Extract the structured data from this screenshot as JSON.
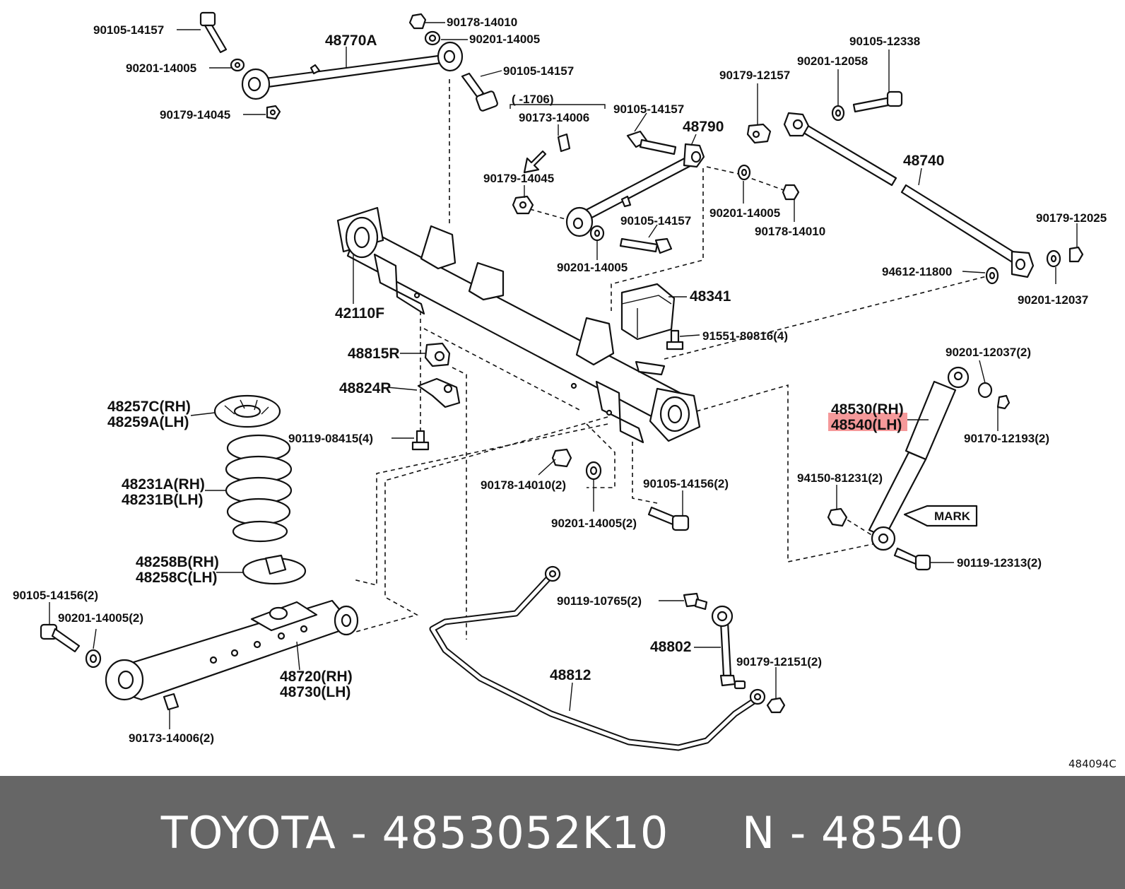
{
  "diagram": {
    "ref_code": "484094C",
    "highlight_color": "#f5999a",
    "labels": {
      "p_90105_14157_a": "90105-14157",
      "p_48770A": "48770A",
      "p_90178_14010_a": "90178-14010",
      "p_90201_14005_a": "90201-14005",
      "p_90201_14005_b": "90201-14005",
      "p_90105_14157_b": "90105-14157",
      "p_90179_14045_a": "90179-14045",
      "p_1706": "(      -1706)",
      "p_90173_14006": "90173-14006",
      "p_90105_14157_c": "90105-14157",
      "p_48790": "48790",
      "p_90179_14045_b": "90179-14045",
      "p_90201_14005_c": "90201-14005",
      "p_90178_14010_b": "90178-14010",
      "p_90105_14157_d": "90105-14157",
      "p_90201_14005_d": "90201-14005",
      "p_90179_12157": "90179-12157",
      "p_90201_12058": "90201-12058",
      "p_90105_12338": "90105-12338",
      "p_48740": "48740",
      "p_90179_12025": "90179-12025",
      "p_94612_11800": "94612-11800",
      "p_90201_12037": "90201-12037",
      "p_42110F": "42110F",
      "p_48341": "48341",
      "p_91551_80816": "91551-80816(4)",
      "p_48815R": "48815R",
      "p_48824R": "48824R",
      "p_90119_08415": "90119-08415(4)",
      "p_48257C": "48257C(RH)",
      "p_48259A": "48259A(LH)",
      "p_48231A": "48231A(RH)",
      "p_48231B": "48231B(LH)",
      "p_48258B": "48258B(RH)",
      "p_48258C": "48258C(LH)",
      "p_90105_14156_a": "90105-14156(2)",
      "p_90201_14005_e": "90201-14005(2)",
      "p_48720": "48720(RH)",
      "p_48730": "48730(LH)",
      "p_90173_14006_2": "90173-14006(2)",
      "p_90178_14010_2": "90178-14010(2)",
      "p_90201_14005_f": "90201-14005(2)",
      "p_90105_14156_b": "90105-14156(2)",
      "p_90201_12037_2": "90201-12037(2)",
      "p_48530": "48530(RH)",
      "p_48540": "48540(LH)",
      "p_90170_12193": "90170-12193(2)",
      "p_94150_81231": "94150-81231(2)",
      "p_mark": "MARK",
      "p_90119_12313": "90119-12313(2)",
      "p_90119_10765": "90119-10765(2)",
      "p_48802": "48802",
      "p_90179_12151": "90179-12151(2)",
      "p_48812": "48812"
    }
  },
  "footer": {
    "text": "TOYOTA - 4853052K10     N - 48540",
    "background": "#666666",
    "color": "#ffffff"
  }
}
